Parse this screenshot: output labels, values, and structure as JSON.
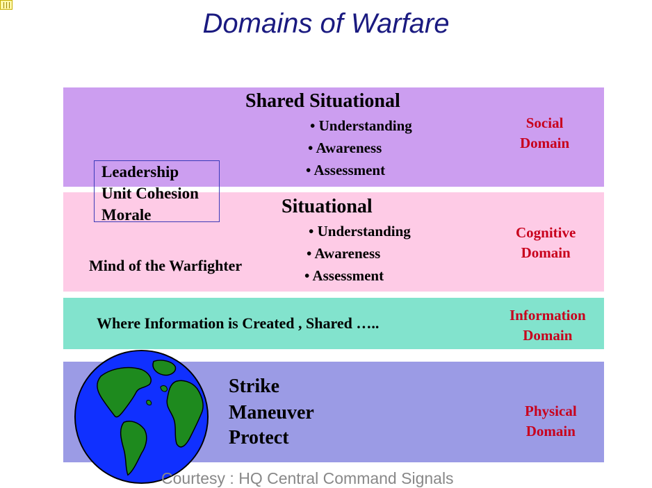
{
  "title": "Domains of Warfare",
  "social": {
    "heading": "Shared Situational",
    "bullets": [
      "• Understanding",
      "• Awareness",
      "• Assessment"
    ],
    "domain_line1": "Social",
    "domain_line2": "Domain"
  },
  "leadership_box": [
    "Leadership",
    "Unit Cohesion",
    "Morale"
  ],
  "cognitive": {
    "heading": "Situational",
    "bullets": [
      "• Understanding",
      "• Awareness",
      "• Assessment"
    ],
    "mind_text": "Mind of the Warfighter",
    "domain_line1": "Cognitive",
    "domain_line2": "Domain"
  },
  "information": {
    "text": "Where Information is Created , Shared …..",
    "domain_line1": "Information",
    "domain_line2": "Domain"
  },
  "physical": {
    "items": [
      "Strike",
      "Maneuver",
      "Protect"
    ],
    "domain_line1": "Physical",
    "domain_line2": "Domain"
  },
  "footer": "Courtesy : HQ Central Command Signals",
  "colors": {
    "title": "#1a1a80",
    "social_band": "#cc9ef0",
    "cognitive_band": "#fecbe6",
    "information_band": "#82e3cd",
    "physical_band": "#9b9be5",
    "domain_label": "#c8001c",
    "ocean": "#1030ff",
    "land": "#1e8a1e"
  }
}
